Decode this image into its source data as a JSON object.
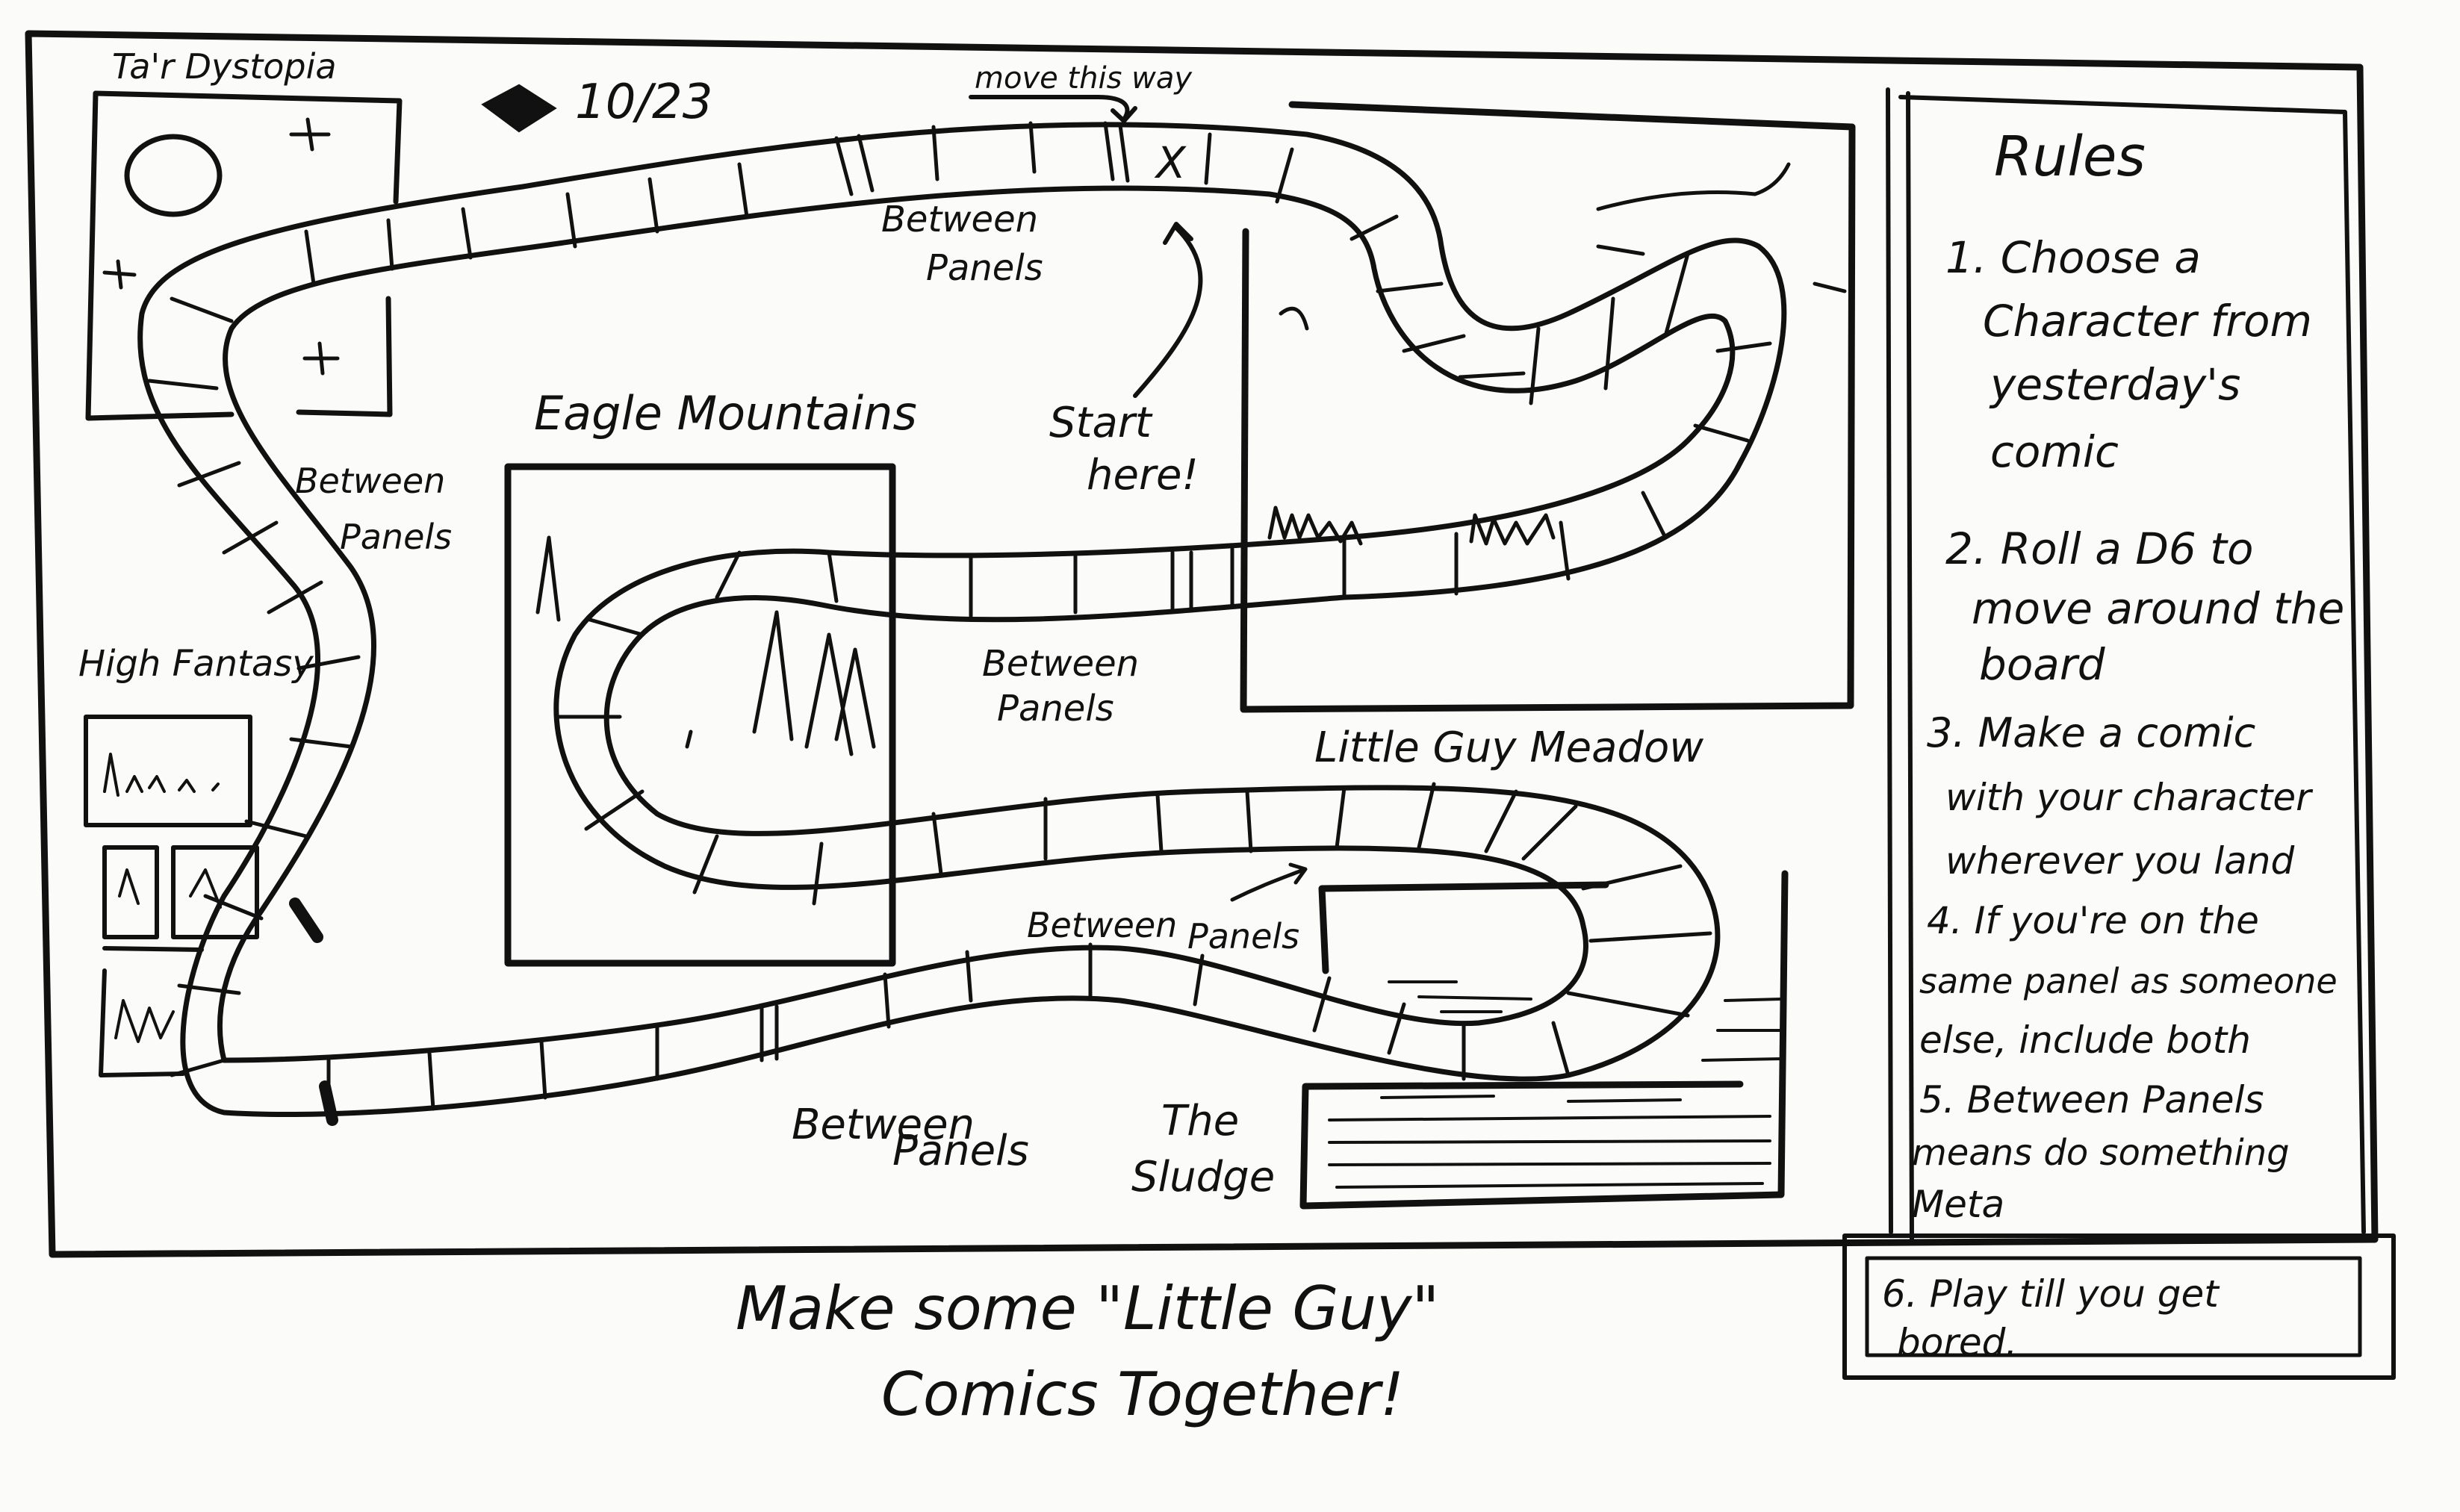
{
  "board": {
    "title_line1": "Make some \"Little Guy\"",
    "title_line2": "Comics Together!",
    "date": "10/23",
    "direction_label": "move this way",
    "start_label_1": "Start",
    "start_label_2": "here!",
    "start_mark": "X"
  },
  "regions": {
    "tar_dystopia": "Ta'r Dystopia",
    "eagle_mountains": "Eagle Mountains",
    "little_guy_meadow": "Little Guy Meadow",
    "high_fantasy": "High Fantasy",
    "the_sludge_1": "The",
    "the_sludge_2": "Sludge"
  },
  "between_panels": {
    "top_1": "Between",
    "top_2": "Panels",
    "left_1": "Between",
    "left_2": "Panels",
    "middle_1": "Between",
    "middle_2": "Panels",
    "pond_1": "Between",
    "pond_2": "Panels",
    "bottom_1": "Between",
    "bottom_2": "Panels"
  },
  "rules": {
    "title": "Rules",
    "items": [
      [
        "1. Choose a",
        "Character from",
        "yesterday's",
        "comic"
      ],
      [
        "2. Roll a D6 to",
        "move around the",
        "board"
      ],
      [
        "3. Make a comic",
        "with your character",
        "wherever you land"
      ],
      [
        "4. If you're on the",
        "same panel as someone",
        "else, include both"
      ],
      [
        "5. Between Panels",
        "means do something",
        "Meta"
      ]
    ],
    "item6_line1": "6. Play till you get",
    "item6_line2": "bored."
  },
  "colors": {
    "ink": "#111111",
    "paper": "#fbfbf9"
  }
}
